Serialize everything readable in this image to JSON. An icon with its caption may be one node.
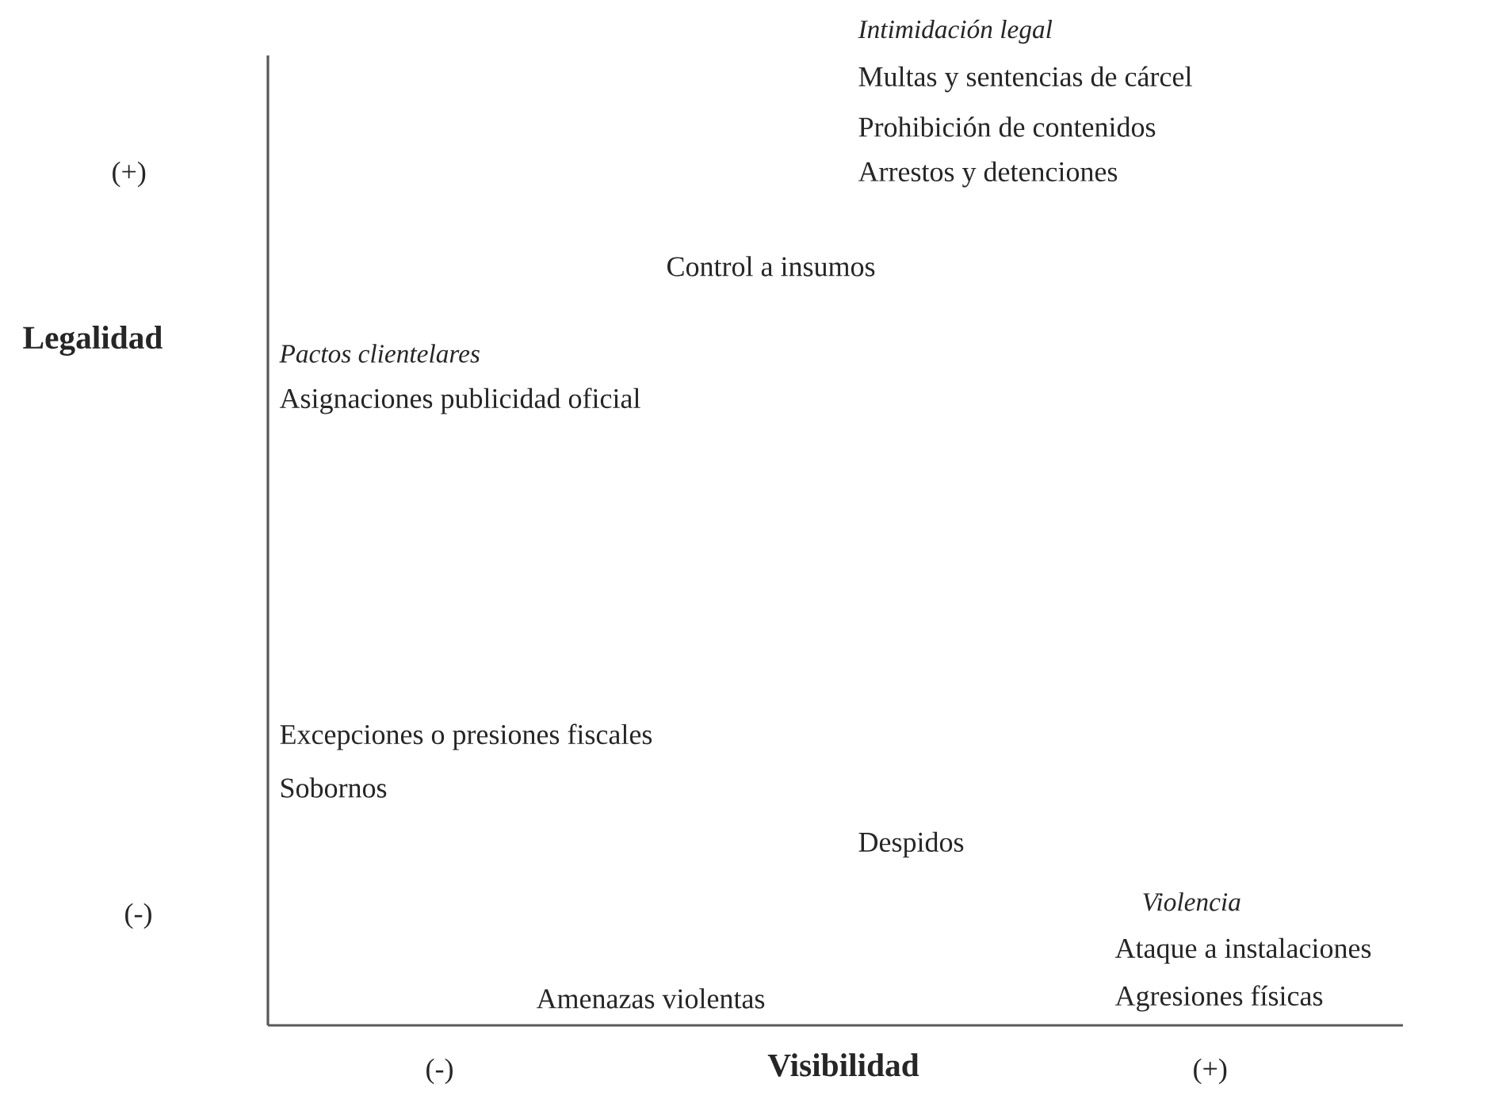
{
  "diagram": {
    "labels": [
      "Intimidación legal",
      "Multas y sentencias de cárcel",
      "Prohibición de contenidos",
      "(+)",
      "Arrestos y detenciones",
      "Control a insumos",
      "Legalidad",
      "Pactos clientelares",
      "Asignaciones publicidad oficial",
      "Excepciones o presiones fiscales",
      "Sobornos",
      "Despidos",
      "Violencia",
      "(-)",
      "Ataque a instalaciones",
      "Amenazas violentas",
      "Agresiones físicas",
      "(-)",
      "Visibilidad",
      "(+)"
    ]
  }
}
